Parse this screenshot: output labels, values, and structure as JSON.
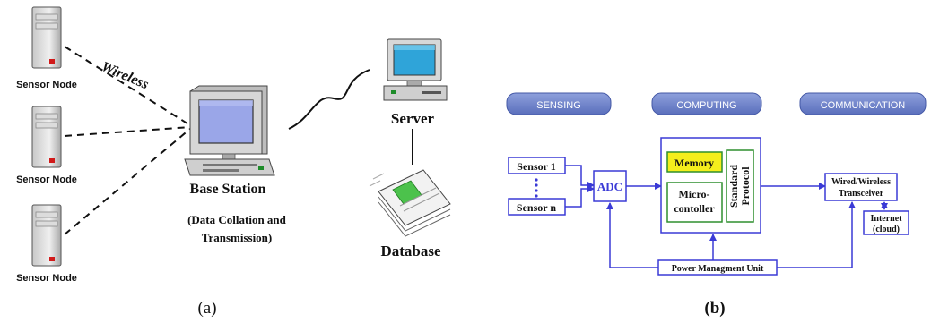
{
  "panel_a": {
    "caption": "(a)",
    "sensor_labels": [
      "Sensor Node",
      "Sensor Node",
      "Sensor Node"
    ],
    "wireless_label": "Wireless",
    "base_station_label": "Base Station",
    "base_station_note_line1": "(Data Collation and",
    "base_station_note_line2": "Transmission)",
    "server_label": "Server",
    "database_label": "Database"
  },
  "panel_b": {
    "caption": "(b)",
    "sections": [
      "SENSING",
      "COMPUTING",
      "COMMUNICATION"
    ],
    "sensor_first": "Sensor 1",
    "sensor_last": "Sensor n",
    "adc_label": "ADC",
    "memory_label": "Memory",
    "micro_line1": "Micro-",
    "micro_line2": "contoller",
    "protocol_line1": "Standard",
    "protocol_line2": "Protocol",
    "transceiver_line1": "Wired/Wireless",
    "transceiver_line2": "Transceiver",
    "internet_line1": "Internet",
    "internet_line2": "(cloud)",
    "power_label": "Power Managment Unit"
  },
  "colors": {
    "diagram_blue": "#3a3ad6",
    "section_pill": "#6a7fc9",
    "memory_fill": "#f4ee1c",
    "memory_border": "#2f8f2f",
    "server_screen": "#2fa4d9",
    "base_screen": "#9aa6e8"
  }
}
